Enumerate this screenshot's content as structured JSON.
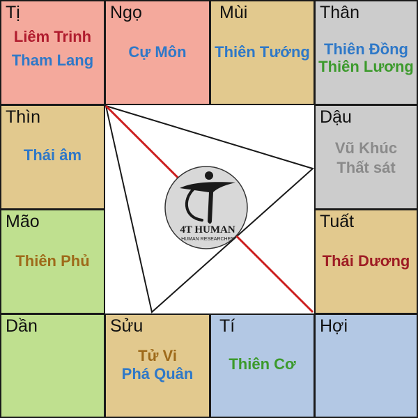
{
  "colors": {
    "pink": "#f4a99c",
    "tan": "#e2c98e",
    "gray": "#cccccc",
    "green": "#bfe08f",
    "blue": "#b3c8e4",
    "red_line": "#cc1f1f",
    "star_red": "#b01c2e",
    "star_blue": "#2e78c8",
    "star_green": "#3c9a2c",
    "star_brown": "#9e6a1a",
    "star_gray": "#8a8a8a",
    "star_darkred": "#9e1c24"
  },
  "palaces": {
    "ti_top": {
      "branch": "Tị",
      "stars": [
        "Liêm Trinh",
        "Tham Lang"
      ]
    },
    "ngo": {
      "branch": "Ngọ",
      "stars": [
        "Cự Môn"
      ]
    },
    "mui": {
      "branch": "Mùi",
      "stars": [
        "Thiên Tướng"
      ]
    },
    "than": {
      "branch": "Thân",
      "stars": [
        "Thiên Đồng",
        "Thiên Lương"
      ]
    },
    "thin": {
      "branch": "Thìn",
      "stars": [
        "Thái âm"
      ]
    },
    "dau": {
      "branch": "Dậu",
      "stars": [
        "Vũ Khúc",
        "Thất sát"
      ]
    },
    "mao": {
      "branch": "Mão",
      "stars": [
        "Thiên Phủ"
      ]
    },
    "tuat": {
      "branch": "Tuất",
      "stars": [
        "Thái Dương"
      ]
    },
    "dan": {
      "branch": "Dần",
      "stars": []
    },
    "suu": {
      "branch": "Sửu",
      "stars": [
        "Tử Vi",
        "Phá Quân"
      ]
    },
    "ti_bottom": {
      "branch": "Tí",
      "stars": [
        "Thiên Cơ"
      ]
    },
    "hoi": {
      "branch": "Hợi",
      "stars": []
    }
  },
  "logo": {
    "brand": "4T HUMAN",
    "tagline": "HUMAN RESEARCHES"
  }
}
